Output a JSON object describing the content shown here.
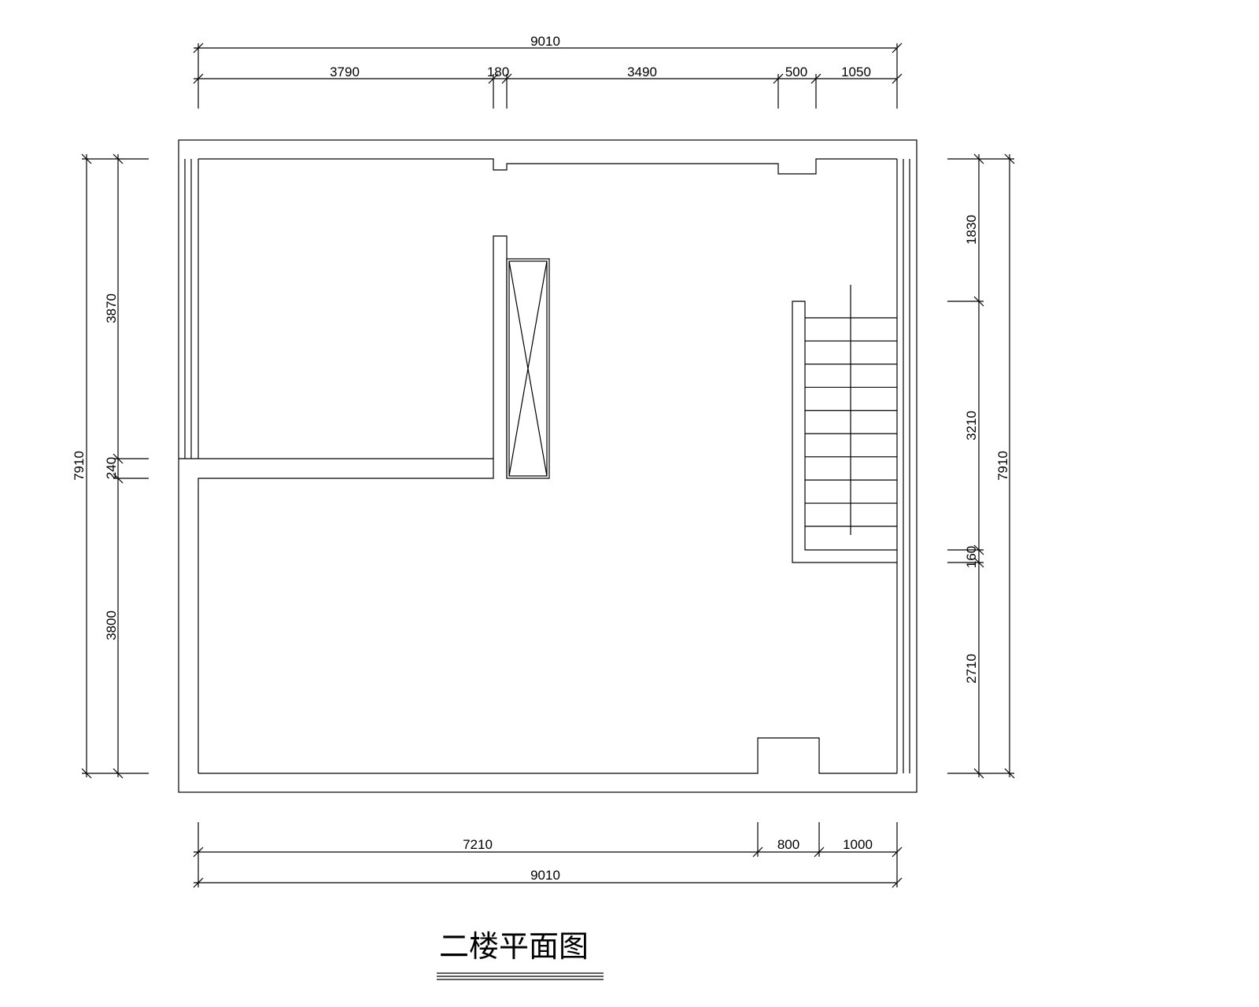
{
  "title": "二楼平面图",
  "colors": {
    "line": "#000000",
    "background": "#ffffff"
  },
  "dimensions": {
    "top_total": "9010",
    "top_segments": [
      "3790",
      "180",
      "3490",
      "500",
      "1050"
    ],
    "bottom_segments": [
      "7210",
      "800",
      "1000"
    ],
    "bottom_total": "9010",
    "left_total": "7910",
    "left_segments": [
      "3870",
      "240",
      "3800"
    ],
    "right_total": "7910",
    "right_segments": [
      "1830",
      "3210",
      "160",
      "2710"
    ]
  }
}
